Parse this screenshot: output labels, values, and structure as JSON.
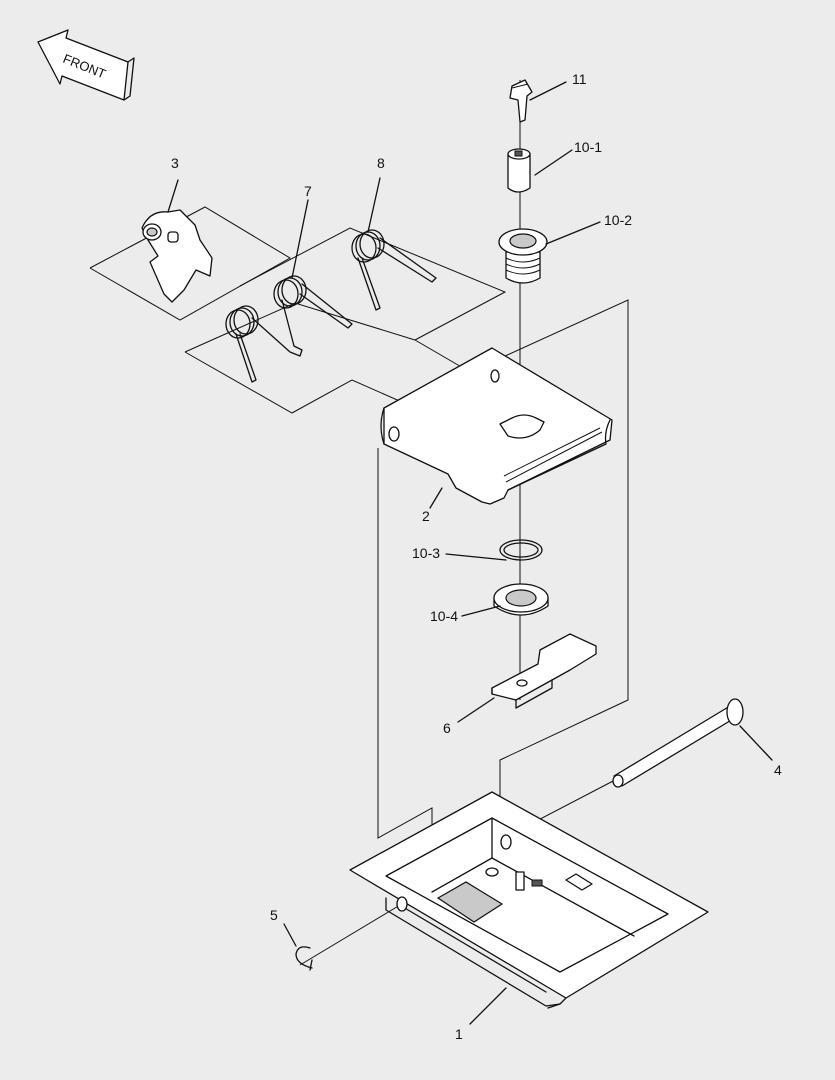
{
  "direction_arrow": {
    "text": "FRONT"
  },
  "callouts": {
    "c1": "1",
    "c2": "2",
    "c3": "3",
    "c4": "4",
    "c5": "5",
    "c6": "6",
    "c7": "7",
    "c8": "8",
    "c10_1": "10-1",
    "c10_2": "10-2",
    "c10_3": "10-3",
    "c10_4": "10-4",
    "c11": "11"
  }
}
